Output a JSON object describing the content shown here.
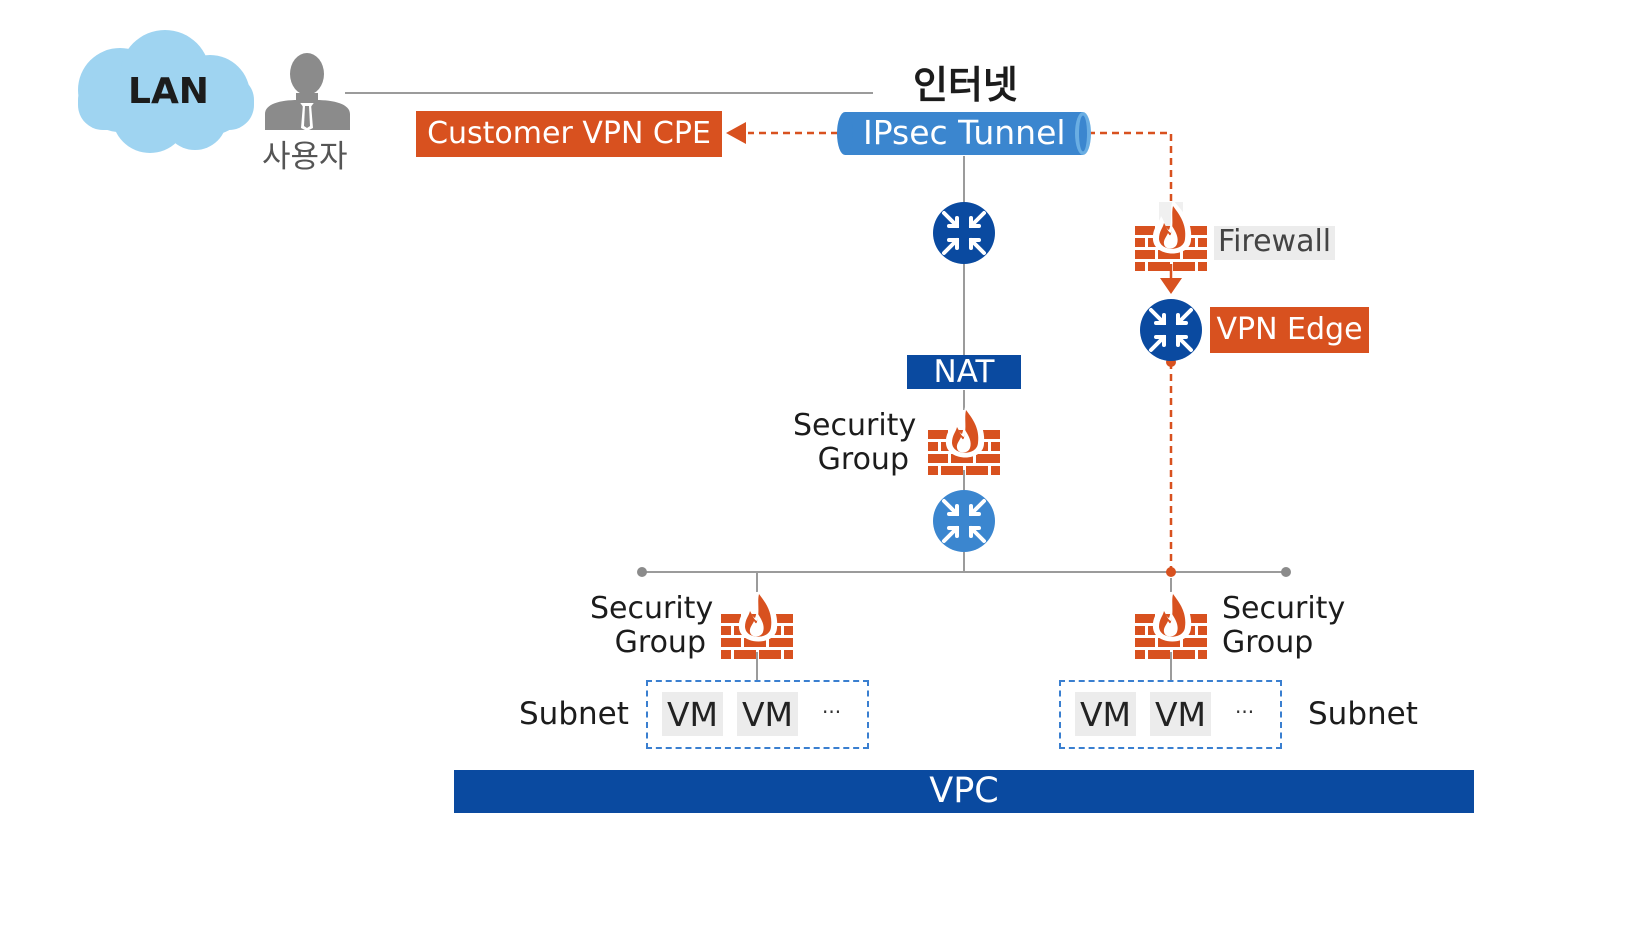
{
  "colors": {
    "navy": "#0a4aa0",
    "orange": "#d8511f",
    "blue": "#3b86cf",
    "cloud": "#9fd4f1",
    "line": "#9b9b9b",
    "person": "#8b8b8b",
    "subnet_border": "#3a7fd0"
  },
  "lan": {
    "label": "LAN"
  },
  "user": {
    "label": "사용자"
  },
  "internet": {
    "label": "인터넷"
  },
  "cpe": {
    "label": "Customer VPN CPE"
  },
  "tunnel": {
    "label": "IPsec Tunnel"
  },
  "firewall": {
    "label": "Firewall"
  },
  "vpn_edge": {
    "label": "VPN Edge"
  },
  "nat": {
    "label": "NAT"
  },
  "security_group": {
    "line1": "Security",
    "line2": "Group"
  },
  "subnets": [
    {
      "label": "Subnet",
      "vms": [
        "VM",
        "VM"
      ],
      "more": "···"
    },
    {
      "label": "Subnet",
      "vms": [
        "VM",
        "VM"
      ],
      "more": "···"
    }
  ],
  "vpc": {
    "label": "VPC"
  },
  "icons": [
    "cloud-icon",
    "user-icon",
    "router-icon",
    "firewall-icon"
  ]
}
